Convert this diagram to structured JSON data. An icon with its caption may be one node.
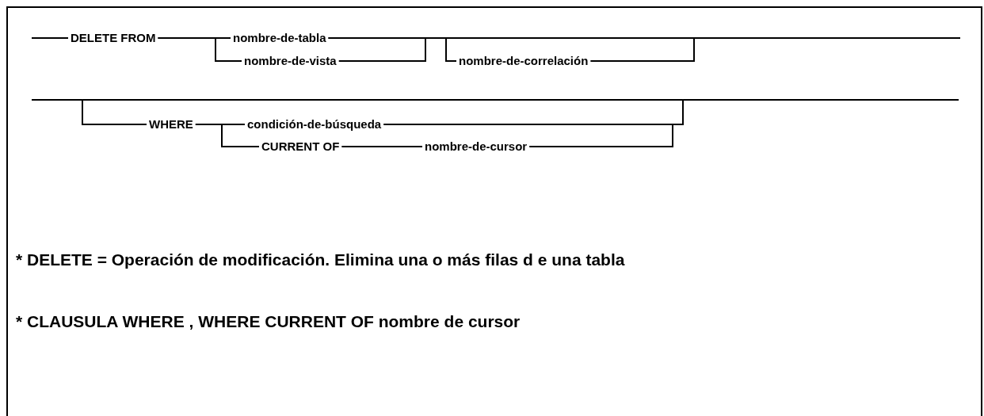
{
  "diagram": {
    "nodes": [
      {
        "text": [
          "DELETE FROM"
        ]
      },
      {
        "text": [
          "nombre-de-tabla"
        ]
      },
      {
        "text": [
          "nombre-de-vista"
        ]
      },
      {
        "text": [
          "nombre-de-correlación"
        ]
      },
      {
        "text": [
          "WHERE"
        ]
      },
      {
        "text": [
          "condición-de-búsqueda"
        ]
      },
      {
        "text": [
          "CURRENT OF"
        ]
      },
      {
        "text": [
          "nombre-de-cursor"
        ]
      }
    ],
    "edges": [
      {
        "from": null,
        "to": 0,
        "arrow": "none"
      },
      {
        "from": 0,
        "to": 1,
        "arrow": "none"
      },
      {
        "from": 0,
        "to": 2,
        "arrow": "none"
      },
      {
        "from": 1,
        "to": 3,
        "arrow": "none"
      },
      {
        "from": 2,
        "to": 3,
        "arrow": "none"
      },
      {
        "from": 1,
        "to": null,
        "arrow": "none"
      },
      {
        "from": 3,
        "to": null,
        "arrow": "none"
      },
      {
        "from": null,
        "to": 4,
        "arrow": "none"
      },
      {
        "from": 4,
        "to": 5,
        "arrow": "none"
      },
      {
        "from": 4,
        "to": 6,
        "arrow": "none"
      },
      {
        "from": 6,
        "to": 7,
        "arrow": "none"
      },
      {
        "from": 5,
        "to": null,
        "arrow": "none"
      },
      {
        "from": 7,
        "to": null,
        "arrow": "none"
      }
    ],
    "labels": [
      "* DELETE = Operación de modificación. Elimina una o más filas d e una tabla",
      "* CLAUSULA WHERE , WHERE CURRENT OF nombre de cursor"
    ]
  }
}
